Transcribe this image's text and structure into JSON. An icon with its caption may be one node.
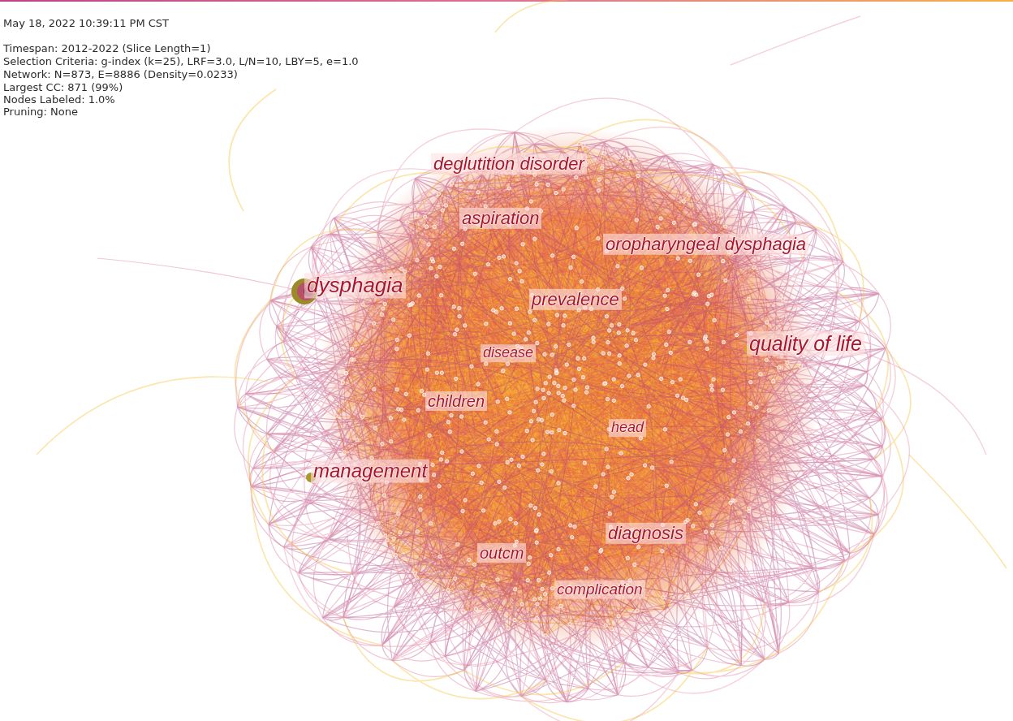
{
  "diagram": {
    "nodes": [
      {
        "text": [
          "deglutition disorder"
        ]
      },
      {
        "text": [
          "aspiration"
        ]
      },
      {
        "text": [
          "oropharyngeal dysphagia"
        ]
      },
      {
        "text": [
          "dysphagia"
        ]
      },
      {
        "text": [
          "prevalence"
        ]
      },
      {
        "text": [
          "quality of life"
        ]
      },
      {
        "text": [
          "disease"
        ]
      },
      {
        "text": [
          "children"
        ]
      },
      {
        "text": [
          "head"
        ]
      },
      {
        "text": [
          "management"
        ]
      },
      {
        "text": [
          "diagnosis"
        ]
      },
      {
        "text": [
          "outcm"
        ]
      },
      {
        "text": [
          "complication"
        ]
      }
    ],
    "labels": [
      "May 18, 2022 10:39:11 PM CST",
      "Timespan: 2012-2022 (Slice Length=1)",
      "Selection Criteria: g-index (k=25), LRF=3.0, L/N=10, LBY=5, e=1.0",
      "Network: N=873, E=8886 (Density=0.0233)",
      "Largest CC: 871 (99%)",
      "Nodes Labeled: 1.0%",
      "Pruning: None"
    ]
  }
}
